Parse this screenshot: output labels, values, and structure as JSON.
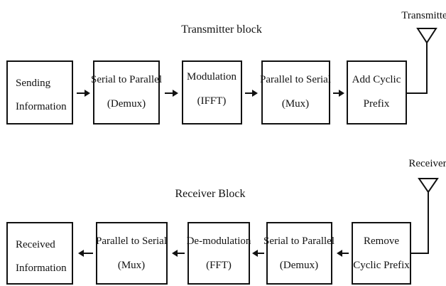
{
  "transmitter": {
    "title": "Transmitter block",
    "antenna_label": "Transmitter",
    "blocks": [
      {
        "lines": [
          "Sending",
          "Information"
        ],
        "align": "left"
      },
      {
        "lines": [
          "Serial to Parallel",
          "(Demux)"
        ],
        "align": "center"
      },
      {
        "lines": [
          "Modulation",
          "(IFFT)"
        ],
        "align": "center"
      },
      {
        "lines": [
          "Parallel to Serial",
          "(Mux)"
        ],
        "align": "center"
      },
      {
        "lines": [
          "Add Cyclic",
          "Prefix"
        ],
        "align": "center"
      }
    ]
  },
  "receiver": {
    "title": "Receiver Block",
    "antenna_label": "Receiver",
    "blocks": [
      {
        "lines": [
          "Remove",
          "Cyclic Prefix"
        ],
        "align": "center"
      },
      {
        "lines": [
          "Serial to Parallel",
          "(Demux)"
        ],
        "align": "center"
      },
      {
        "lines": [
          "De-modulation",
          "(FFT)"
        ],
        "align": "center"
      },
      {
        "lines": [
          "Parallel to Serial",
          "(Mux)"
        ],
        "align": "center"
      },
      {
        "lines": [
          "Received",
          "Information"
        ],
        "align": "left"
      }
    ]
  },
  "colors": {
    "stroke": "#111111",
    "background": "#ffffff"
  }
}
